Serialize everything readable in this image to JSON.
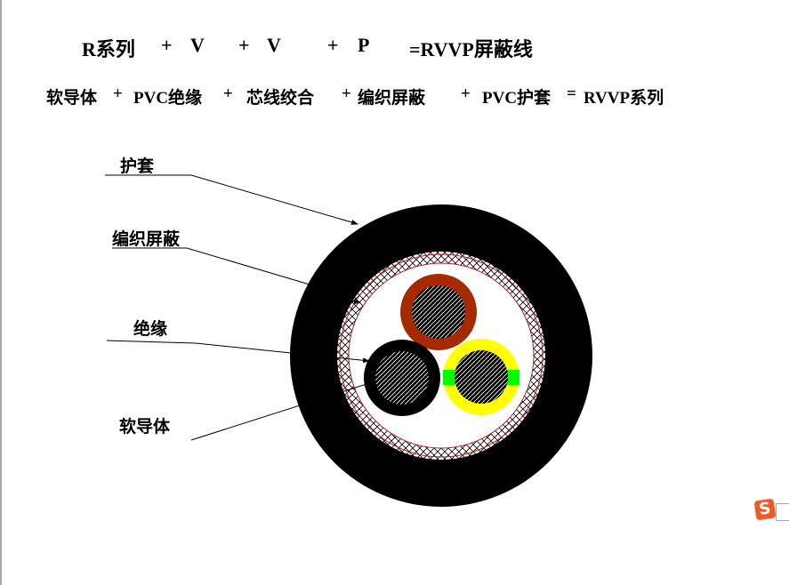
{
  "formula1": [
    "R系列",
    "+",
    "V",
    "+",
    "V",
    "+",
    "P",
    "=RVVP屏蔽线"
  ],
  "formula2": [
    "软导体",
    "+",
    "PVC绝缘",
    "+",
    "芯线绞合",
    "+",
    "编织屏蔽",
    "+",
    "PVC护套",
    "=",
    "RVVP系列"
  ],
  "labels": {
    "sheath": "护套",
    "braid": "编织屏蔽",
    "insulation": "绝缘",
    "conductor": "软导体"
  },
  "colors": {
    "sheath": "#000000",
    "core1": "#a52a00",
    "core2": "#000000",
    "core3": "#ffff00",
    "stripe": "#00ff00",
    "braid_line": "#b22222"
  },
  "ime_icon": "sogou-ime-icon"
}
